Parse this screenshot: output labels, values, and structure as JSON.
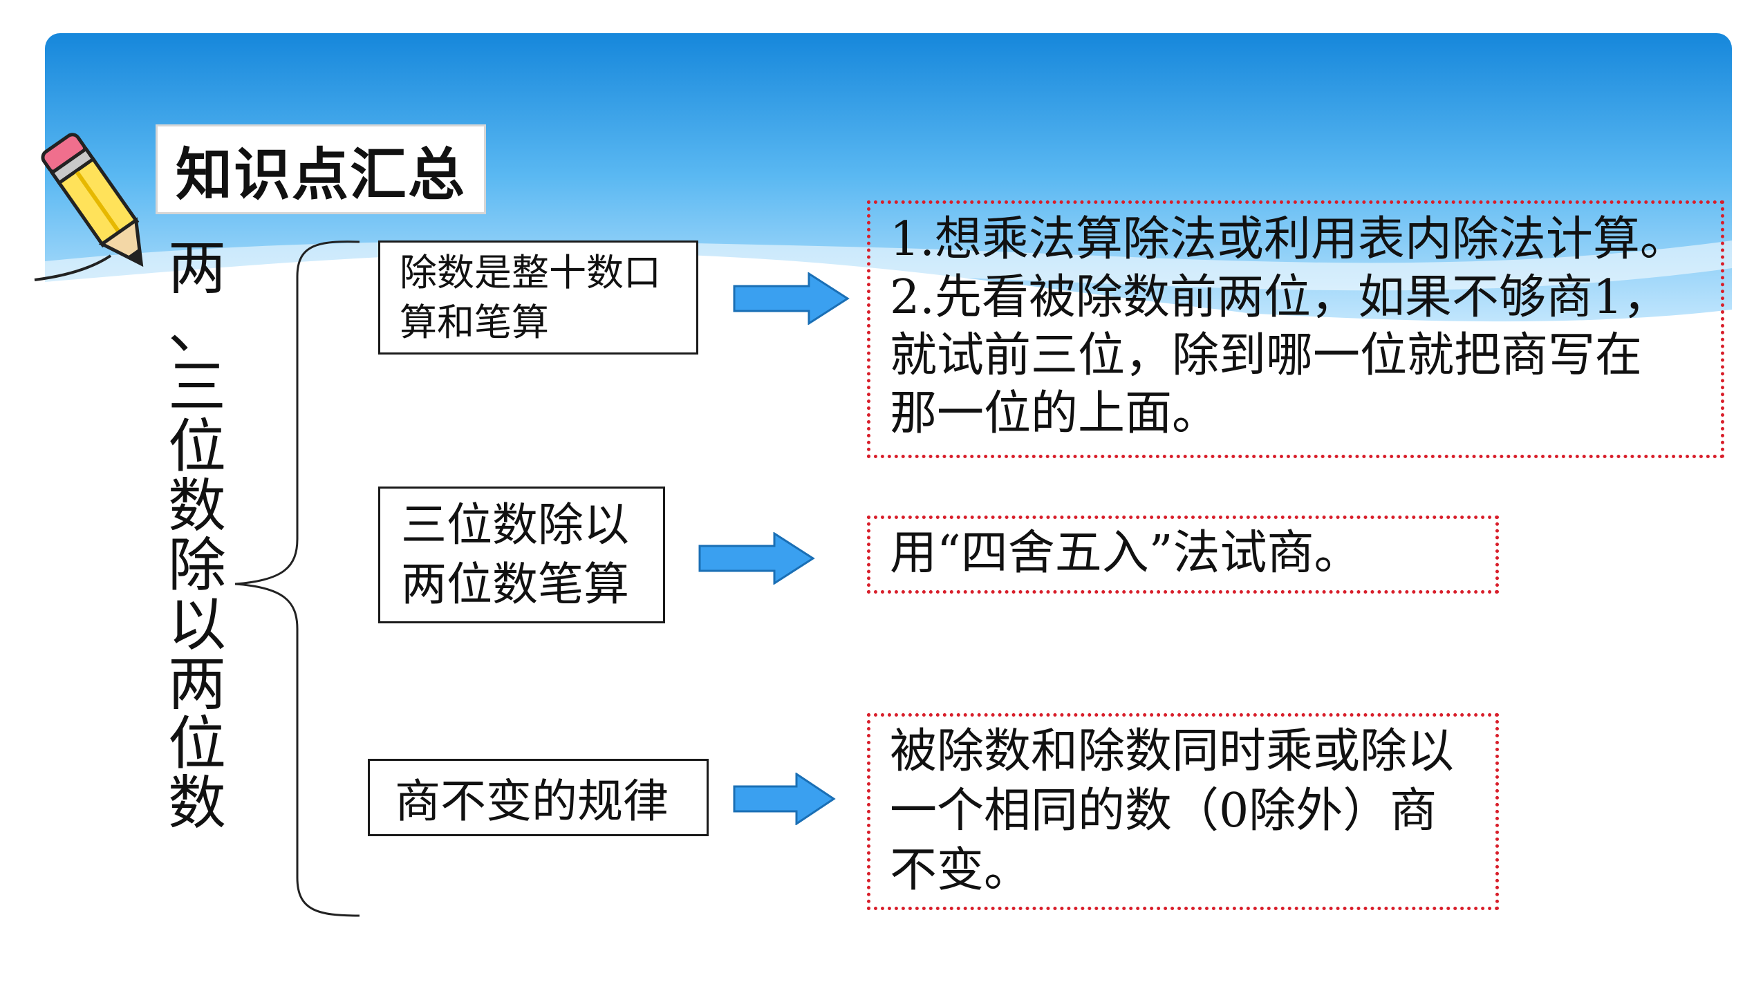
{
  "title": "知识点汇总",
  "topic_chars": [
    "两",
    "、",
    "三",
    "位",
    "数",
    "除",
    "以",
    "两",
    "位",
    "数"
  ],
  "items": [
    {
      "lines": [
        "除数是整十数口",
        "算和笔算"
      ]
    },
    {
      "lines": [
        "三位数除以",
        "两位数笔算"
      ]
    },
    {
      "lines": [
        "商不变的规律"
      ]
    }
  ],
  "details": [
    {
      "lines": [
        "1.想乘法算除法或利用表内除法计算。",
        "2.先看被除数前两位，如果不够商1，",
        "就试前三位，除到哪一位就把商写在",
        "那一位的上面。"
      ]
    },
    {
      "lines": [
        "用“四舍五入”法试商。"
      ]
    },
    {
      "lines": [
        "被除数和除数同时乘或除以",
        "一个相同的数（0除外）商",
        "不变。"
      ]
    }
  ],
  "colors": {
    "header_top": "#1c8ee0",
    "header_bottom": "#bfe6ff",
    "arrow_fill": "#3aa0f0",
    "arrow_stroke": "#1a6fb5",
    "detail_border": "#d81e2a"
  },
  "icons": [
    "pencil-icon",
    "right-arrow-icon"
  ]
}
